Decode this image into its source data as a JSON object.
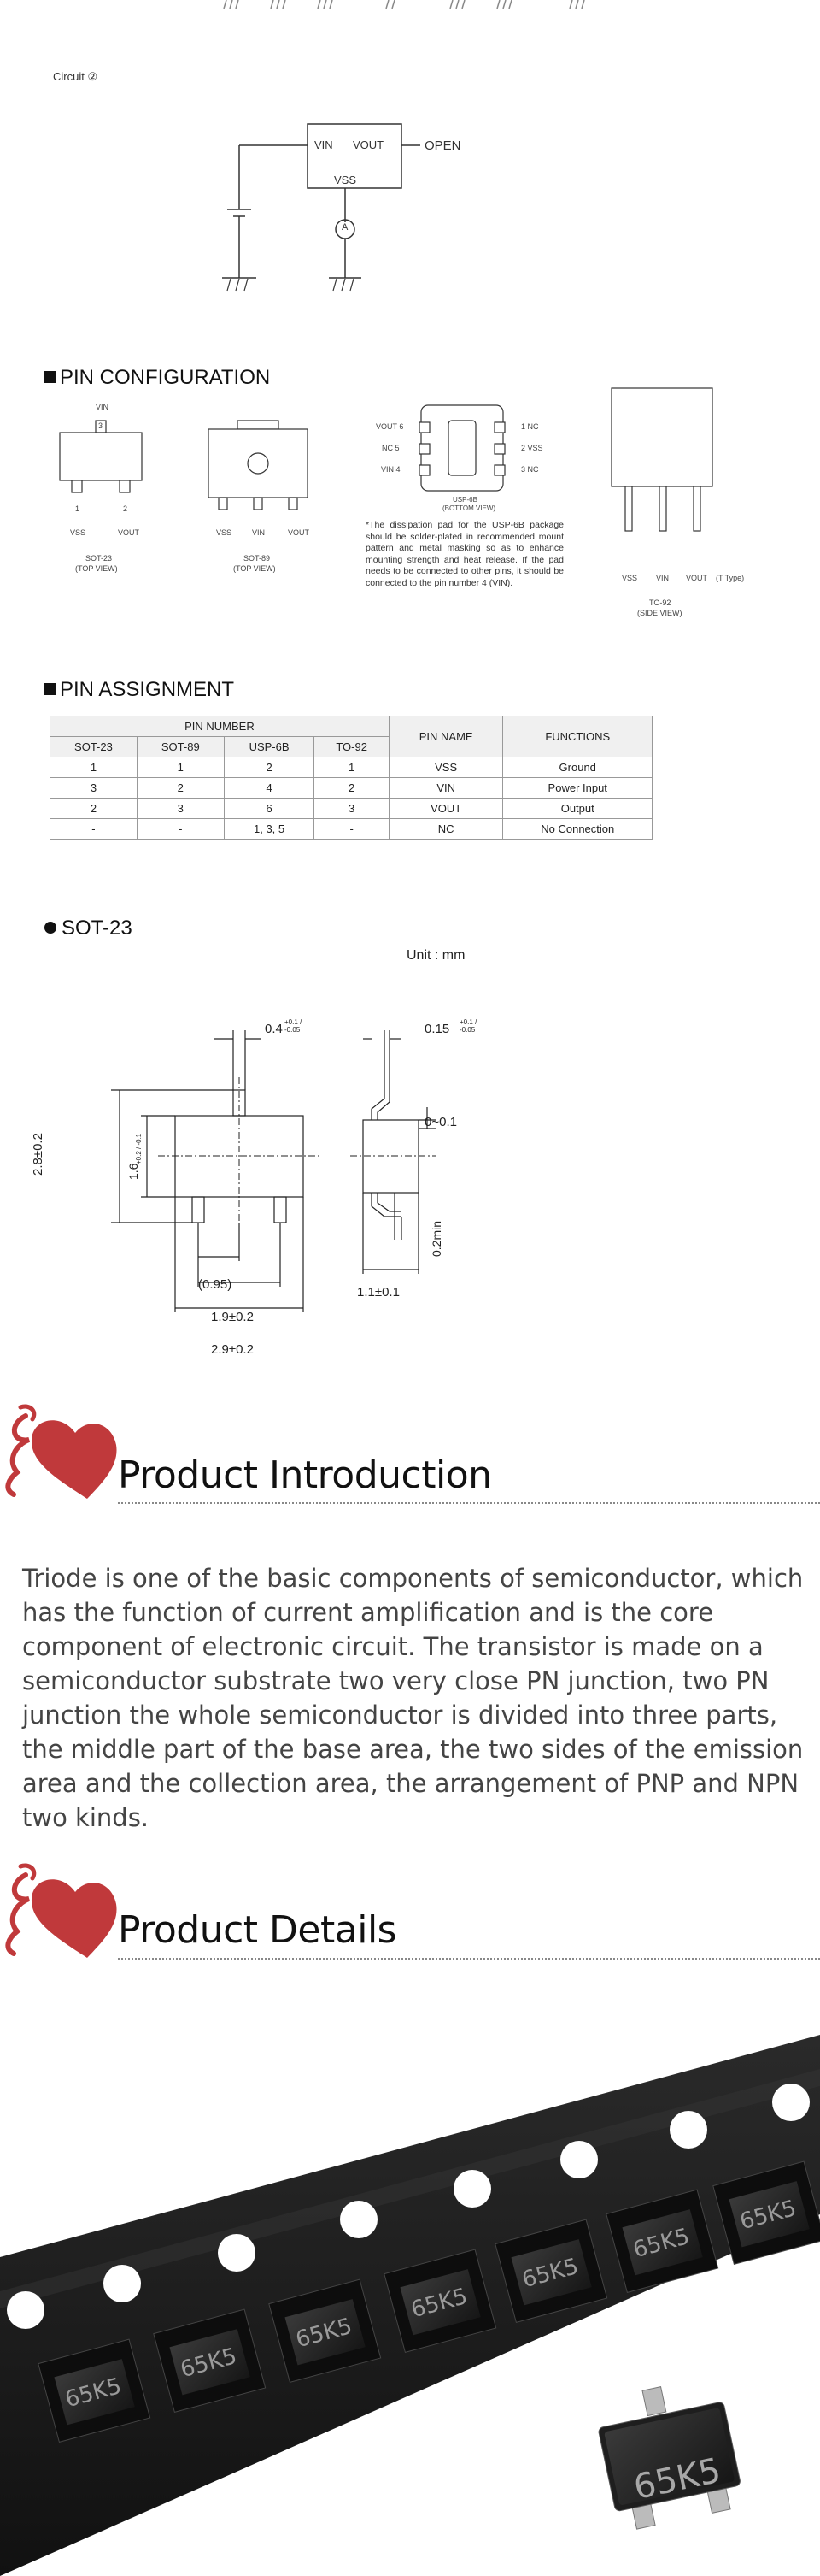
{
  "circuit": {
    "label": "Circuit ②",
    "vin": "VIN",
    "vout": "VOUT",
    "vss": "VSS",
    "open": "OPEN",
    "ammeter": "A"
  },
  "pin_config": {
    "title": "PIN CONFIGURATION",
    "sot23": {
      "vin": "VIN",
      "pin3": "3",
      "pin1": "1",
      "pin2": "2",
      "vss": "VSS",
      "vout": "VOUT",
      "name": "SOT-23",
      "view": "(TOP VIEW)"
    },
    "sot89": {
      "vss": "VSS",
      "vin": "VIN",
      "vout": "VOUT",
      "name": "SOT-89",
      "view": "(TOP VIEW)"
    },
    "usp6b": {
      "left": [
        "VOUT 6",
        "NC 5",
        "VIN 4"
      ],
      "right": [
        "1 NC",
        "2 VSS",
        "3 NC"
      ],
      "name": "USP-6B",
      "view": "(BOTTOM VIEW)",
      "note": "*The dissipation pad for the USP-6B package should be solder-plated in recommended mount pattern and metal masking so as to enhance mounting strength and heat release. If the pad needs to be connected to other pins, it should be connected to the pin number 4 (VIN)."
    },
    "to92": {
      "vss": "VSS",
      "vin": "VIN",
      "vout": "VOUT",
      "type": "(T Type)",
      "name": "TO-92",
      "view": "(SIDE VIEW)"
    }
  },
  "pin_assignment": {
    "title": "PIN ASSIGNMENT",
    "header_group": "PIN NUMBER",
    "columns": [
      "SOT-23",
      "SOT-89",
      "USP-6B",
      "TO-92"
    ],
    "pin_name_header": "PIN NAME",
    "functions_header": "FUNCTIONS",
    "rows": [
      [
        "1",
        "1",
        "2",
        "1",
        "VSS",
        "Ground"
      ],
      [
        "3",
        "2",
        "4",
        "2",
        "VIN",
        "Power Input"
      ],
      [
        "2",
        "3",
        "6",
        "3",
        "VOUT",
        "Output"
      ],
      [
        "-",
        "-",
        "1, 3, 5",
        "-",
        "NC",
        "No Connection"
      ]
    ]
  },
  "package": {
    "title": "SOT-23",
    "unit": "Unit : mm",
    "dims": {
      "lead_width": "0.4",
      "lead_width_tol": "+0.1 / -0.05",
      "lead_thick": "0.15",
      "lead_thick_tol": "+0.1 / -0.05",
      "height": "2.8±0.2",
      "body": "1.6",
      "body_tol": "+0.2 / -0.1",
      "standoff": "0~0.1",
      "min": "0.2min",
      "pitch": "(0.95)",
      "span": "1.9±0.2",
      "width": "2.9±0.2",
      "total_h": "1.1±0.1"
    }
  },
  "intro": {
    "title": "Product Introduction",
    "text": "Triode is one of the basic components of semiconductor, which has the function of current amplification and is the core component of electronic circuit. The transistor is made on a semiconductor substrate two very close PN junction, two PN junction the whole semiconductor is divided into three parts, the middle part of the base area, the two sides of the emission area and the collection area, the arrangement of PNP and NPN two kinds."
  },
  "details": {
    "title": "Product Details",
    "marking": "65K5"
  },
  "colors": {
    "accent": "#c0393b",
    "tape": "#1c1c1c"
  }
}
